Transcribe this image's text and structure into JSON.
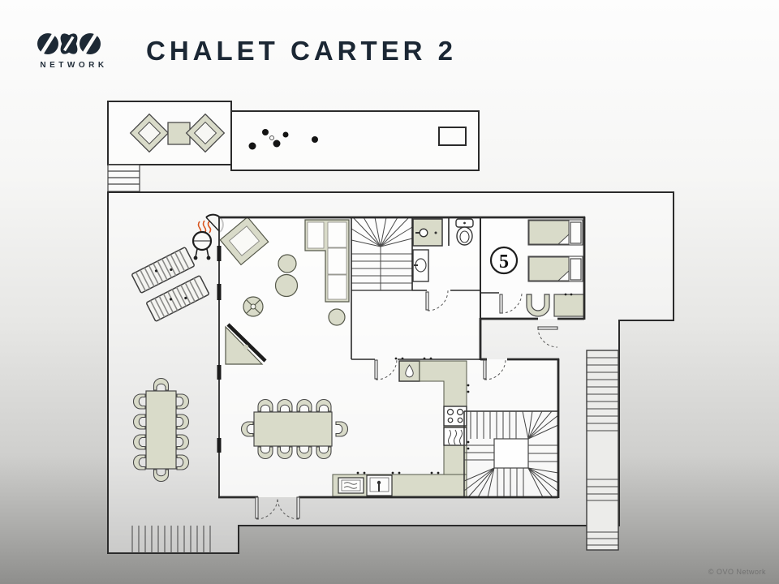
{
  "header": {
    "brand": "OVO",
    "brand_subtitle": "NETWORK",
    "title": "CHALET CARTER 2"
  },
  "plan": {
    "bedroom_badge": "5"
  },
  "watermark": "© OVO Network",
  "colors": {
    "ink": "#2b2b2b",
    "navy": "#1d2935",
    "furniture_fill": "#d9dbc9",
    "flame": "#d9551f"
  },
  "icons": [
    "bbq-grill-icon",
    "flame-icon",
    "shower-icon",
    "toilet-icon",
    "sink-icon",
    "water-droplet-icon",
    "stove-burners-icon",
    "oven-icon",
    "dishwasher-icon",
    "kitchen-sink-icon",
    "bed-icon",
    "fireplace-icon",
    "stairs-icon",
    "door-swing-icon"
  ]
}
